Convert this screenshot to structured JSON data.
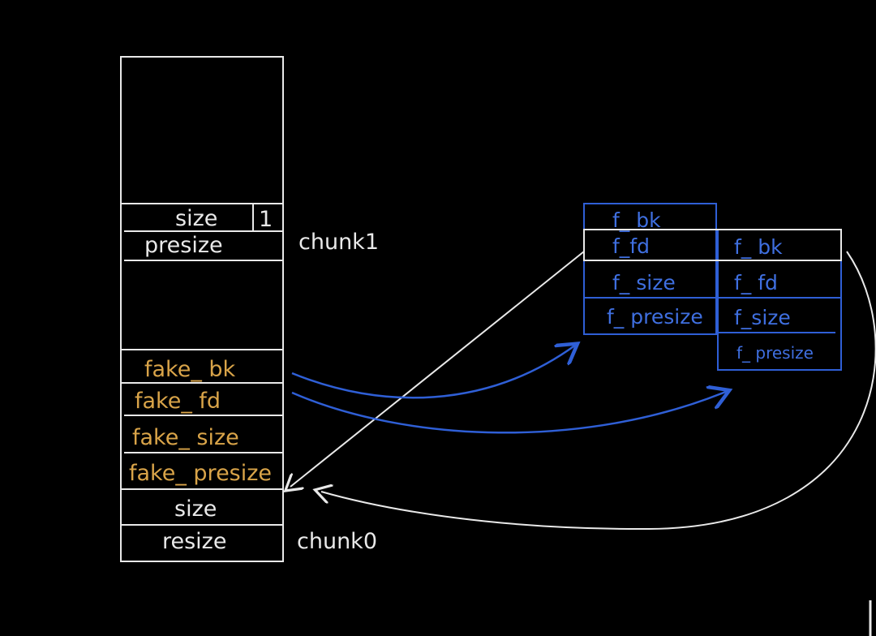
{
  "colors": {
    "background": "#000000",
    "line_white": "#e9e9e9",
    "fake_text": "#d9a449",
    "blue": "#2f5fd6"
  },
  "left_column": {
    "chunk1_size": "size",
    "chunk1_inuse_bit": "1",
    "chunk1_presize": "presize",
    "fake_bk": "fake_ bk",
    "fake_fd": "fake_ fd",
    "fake_size": "fake_ size",
    "fake_presize": "fake_ presize",
    "chunk0_size": "size",
    "chunk0_resize": "resize"
  },
  "labels": {
    "chunk1": "chunk1",
    "chunk0": "chunk0"
  },
  "right_struct_a": {
    "bk": "f_ bk",
    "fd": "f_fd",
    "size": "f_ size",
    "presize": "f_ presize"
  },
  "right_struct_b": {
    "bk": "f_ bk",
    "fd": "f_ fd",
    "size": "f_size",
    "presize": "f_ presize"
  }
}
